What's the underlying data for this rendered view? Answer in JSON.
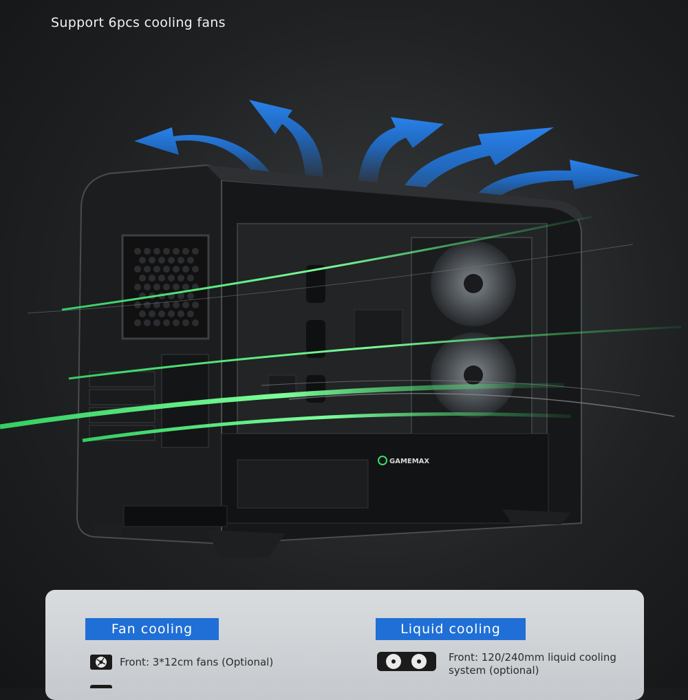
{
  "headline": "Support 6pcs cooling fans",
  "brand_logo": "GAMEMAX",
  "panel": {
    "fan_cooling": {
      "label": "Fan cooling",
      "items": [
        {
          "icon": "fan-icon",
          "text": "Front: 3*12cm fans (Optional)"
        }
      ]
    },
    "liquid_cooling": {
      "label": "Liquid cooling",
      "items": [
        {
          "icon": "dual-fan-radiator-icon",
          "text": "Front: 120/240mm liquid cooling system (optional)"
        }
      ]
    }
  },
  "colors": {
    "airflow_exhaust": "#1f73d8",
    "airflow_intake": "#38e06a",
    "tag_background": "#1f6fd6",
    "panel_background": "#d3d6d9"
  }
}
